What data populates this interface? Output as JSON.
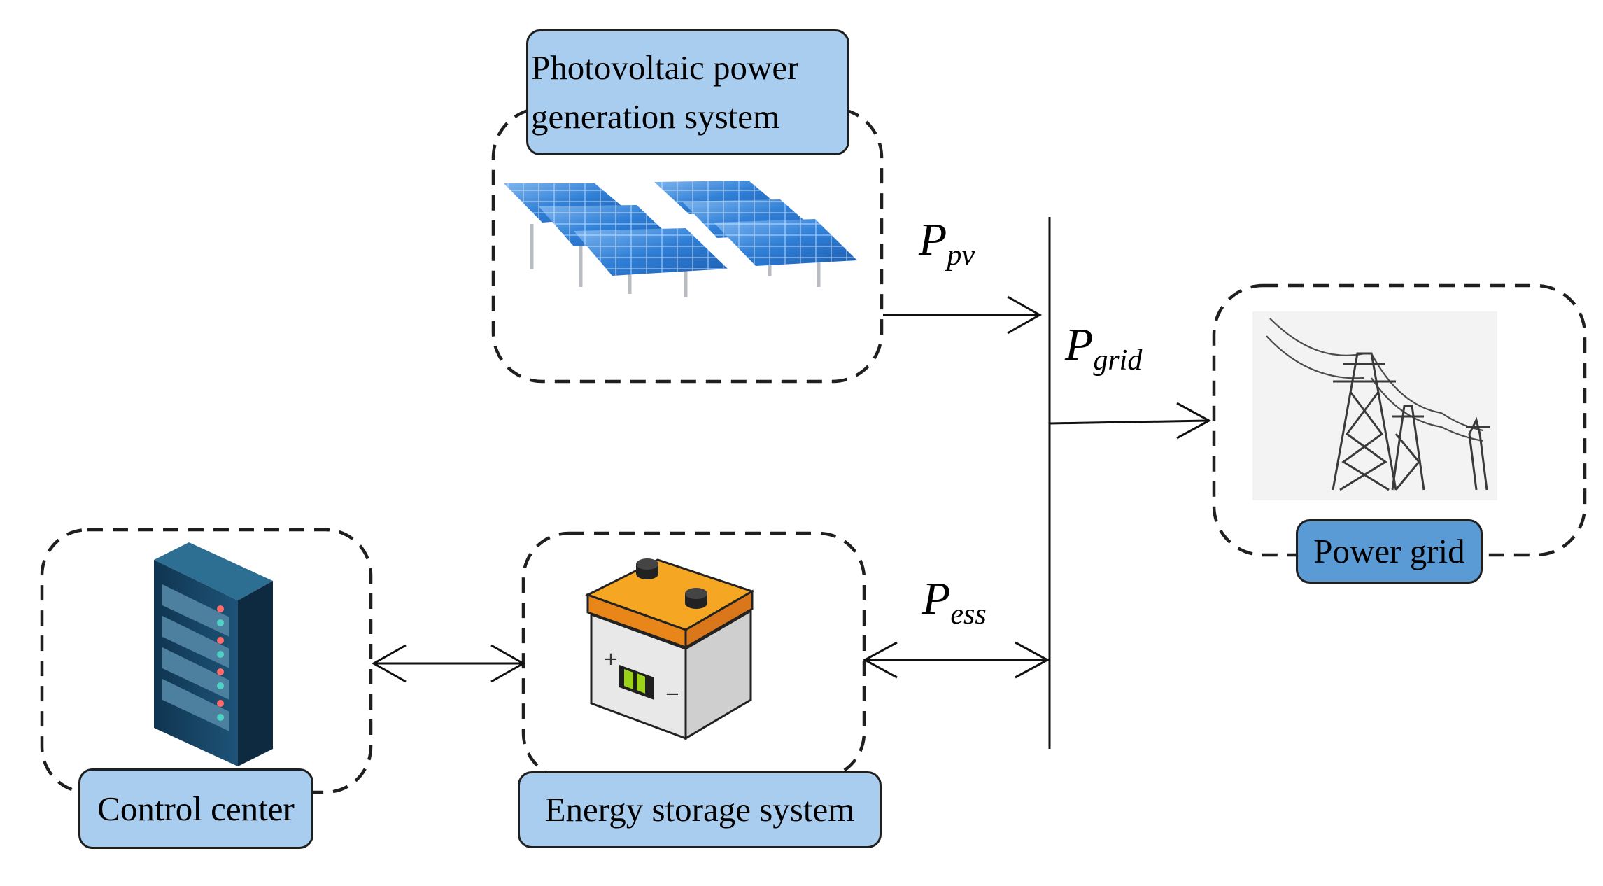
{
  "nodes": {
    "pv": {
      "label_line1": "Photovoltaic power",
      "label_line2": "generation system",
      "icon": "solar-panels"
    },
    "grid": {
      "label": "Power grid",
      "icon": "transmission-towers"
    },
    "ess": {
      "label": "Energy storage system",
      "icon": "battery"
    },
    "control": {
      "label": "Control center",
      "icon": "server-rack"
    }
  },
  "flows": {
    "pv": {
      "symbol": "P",
      "subscript": "pv"
    },
    "grid": {
      "symbol": "P",
      "subscript": "grid"
    },
    "ess": {
      "symbol": "P",
      "subscript": "ess"
    }
  },
  "colors": {
    "label_fill": "#a9cdef",
    "label_fill_dark": "#5b9bd5",
    "stroke": "#1f1f1f"
  }
}
